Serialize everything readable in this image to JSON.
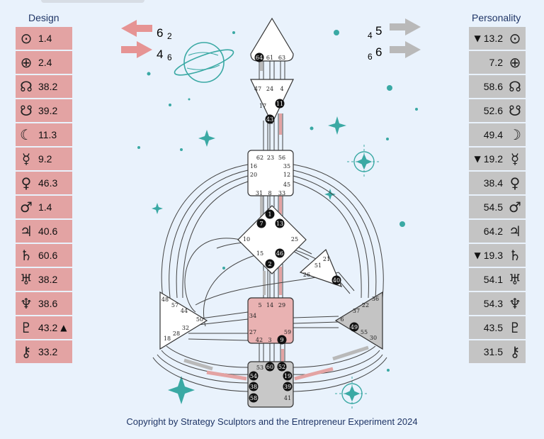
{
  "headers": {
    "design": "Design",
    "personality": "Personality"
  },
  "footer": "Copyright by Strategy Sculptors and the Entrepreneur Experiment 2024",
  "colors": {
    "design": "#e3a3a3",
    "personality": "#c4c4c4",
    "teal": "#3aa9a4",
    "title": "#1f3566"
  },
  "arrows": {
    "design_top": {
      "gate": "6",
      "line": "2"
    },
    "design_bottom": {
      "gate": "4",
      "line": "6"
    },
    "pers_top": {
      "line": "4",
      "gate": "5"
    },
    "pers_bottom": {
      "line": "6",
      "gate": "6"
    }
  },
  "design": [
    {
      "planet": "sun",
      "glyph": "⊙",
      "value": "1.4",
      "mark": ""
    },
    {
      "planet": "earth",
      "glyph": "⊕",
      "value": "2.4",
      "mark": ""
    },
    {
      "planet": "north-node",
      "glyph": "☊",
      "value": "38.2",
      "mark": ""
    },
    {
      "planet": "south-node",
      "glyph": "☋",
      "value": "39.2",
      "mark": ""
    },
    {
      "planet": "moon",
      "glyph": "☾",
      "value": "11.3",
      "mark": ""
    },
    {
      "planet": "mercury",
      "glyph": "☿",
      "value": "9.2",
      "mark": ""
    },
    {
      "planet": "venus",
      "glyph": "♀",
      "value": "46.3",
      "mark": ""
    },
    {
      "planet": "mars",
      "glyph": "♂",
      "value": "1.4",
      "mark": ""
    },
    {
      "planet": "jupiter",
      "glyph": "♃",
      "value": "40.6",
      "mark": ""
    },
    {
      "planet": "saturn",
      "glyph": "♄",
      "value": "60.6",
      "mark": ""
    },
    {
      "planet": "uranus",
      "glyph": "♅",
      "value": "38.2",
      "mark": ""
    },
    {
      "planet": "neptune",
      "glyph": "♆",
      "value": "38.6",
      "mark": ""
    },
    {
      "planet": "pluto",
      "glyph": "♇",
      "value": "43.2",
      "mark": "▲"
    },
    {
      "planet": "chiron",
      "glyph": "⚷",
      "value": "33.2",
      "mark": ""
    }
  ],
  "personality": [
    {
      "planet": "sun",
      "glyph": "⊙",
      "value": "13.2",
      "mark": "▼"
    },
    {
      "planet": "earth",
      "glyph": "⊕",
      "value": "7.2",
      "mark": ""
    },
    {
      "planet": "north-node",
      "glyph": "☊",
      "value": "58.6",
      "mark": ""
    },
    {
      "planet": "south-node",
      "glyph": "☋",
      "value": "52.6",
      "mark": ""
    },
    {
      "planet": "moon",
      "glyph": "☽",
      "value": "49.4",
      "mark": ""
    },
    {
      "planet": "mercury",
      "glyph": "☿",
      "value": "19.2",
      "mark": "▼"
    },
    {
      "planet": "venus",
      "glyph": "♀",
      "value": "38.4",
      "mark": ""
    },
    {
      "planet": "mars",
      "glyph": "♂",
      "value": "54.5",
      "mark": ""
    },
    {
      "planet": "jupiter",
      "glyph": "♃",
      "value": "64.2",
      "mark": ""
    },
    {
      "planet": "saturn",
      "glyph": "♄",
      "value": "19.3",
      "mark": "▼"
    },
    {
      "planet": "uranus",
      "glyph": "♅",
      "value": "54.1",
      "mark": ""
    },
    {
      "planet": "neptune",
      "glyph": "♆",
      "value": "54.3",
      "mark": ""
    },
    {
      "planet": "pluto",
      "glyph": "♇",
      "value": "43.5",
      "mark": ""
    },
    {
      "planet": "chiron",
      "glyph": "⚷",
      "value": "31.5",
      "mark": ""
    }
  ],
  "centers": {
    "head": {
      "gates": [
        "64",
        "61",
        "63"
      ]
    },
    "ajna": {
      "gates": [
        "47",
        "24",
        "4",
        "17",
        "11",
        "43"
      ]
    },
    "throat": {
      "gates": [
        "62",
        "23",
        "56",
        "16",
        "35",
        "20",
        "12",
        "45",
        "31",
        "8",
        "33"
      ]
    },
    "g": {
      "gates": [
        "1",
        "7",
        "13",
        "10",
        "25",
        "15",
        "46",
        "2"
      ]
    },
    "ego": {
      "gates": [
        "21",
        "51",
        "26",
        "40"
      ]
    },
    "spleen": {
      "gates": [
        "48",
        "57",
        "44",
        "50",
        "32",
        "28",
        "18"
      ]
    },
    "sacral": {
      "gates": [
        "5",
        "14",
        "29",
        "34",
        "27",
        "59",
        "42",
        "3",
        "9"
      ]
    },
    "solar-plexus": {
      "gates": [
        "36",
        "22",
        "37",
        "6",
        "49",
        "55",
        "30"
      ]
    },
    "root": {
      "gates": [
        "53",
        "60",
        "52",
        "54",
        "19",
        "38",
        "39",
        "58",
        "41"
      ]
    }
  }
}
